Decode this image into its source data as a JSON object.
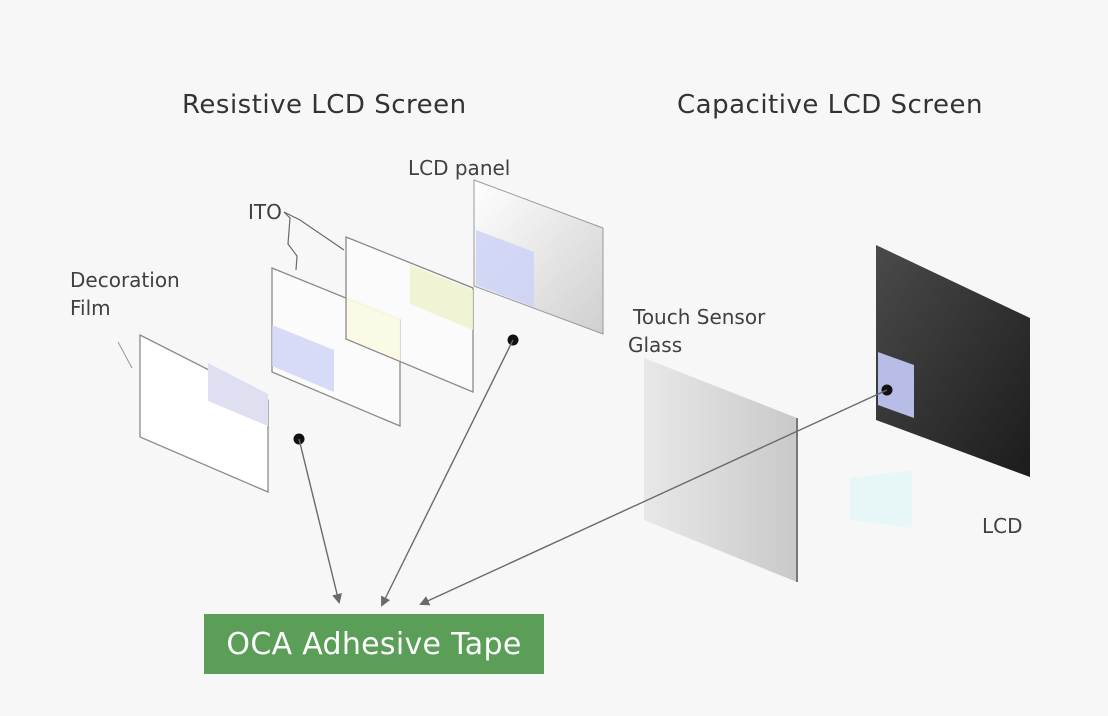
{
  "titles": {
    "resistive": "Resistive LCD Screen",
    "capacitive": "Capacitive LCD Screen"
  },
  "labels": {
    "decoration_film_line1": "Decoration",
    "decoration_film_line2": "Film",
    "ito": "ITO",
    "lcd_panel": "LCD panel",
    "touch_sensor_line1": "Touch Sensor",
    "touch_sensor_line2": "Glass",
    "lcd": "LCD"
  },
  "callout": {
    "oca": "OCA Adhesive Tape"
  },
  "colors": {
    "oca_green": "#5a9e58",
    "layer_border": "#8a8a8a",
    "lcd_dark": "#2a2a2a",
    "adhesive_blue": "#c8cdf2"
  }
}
